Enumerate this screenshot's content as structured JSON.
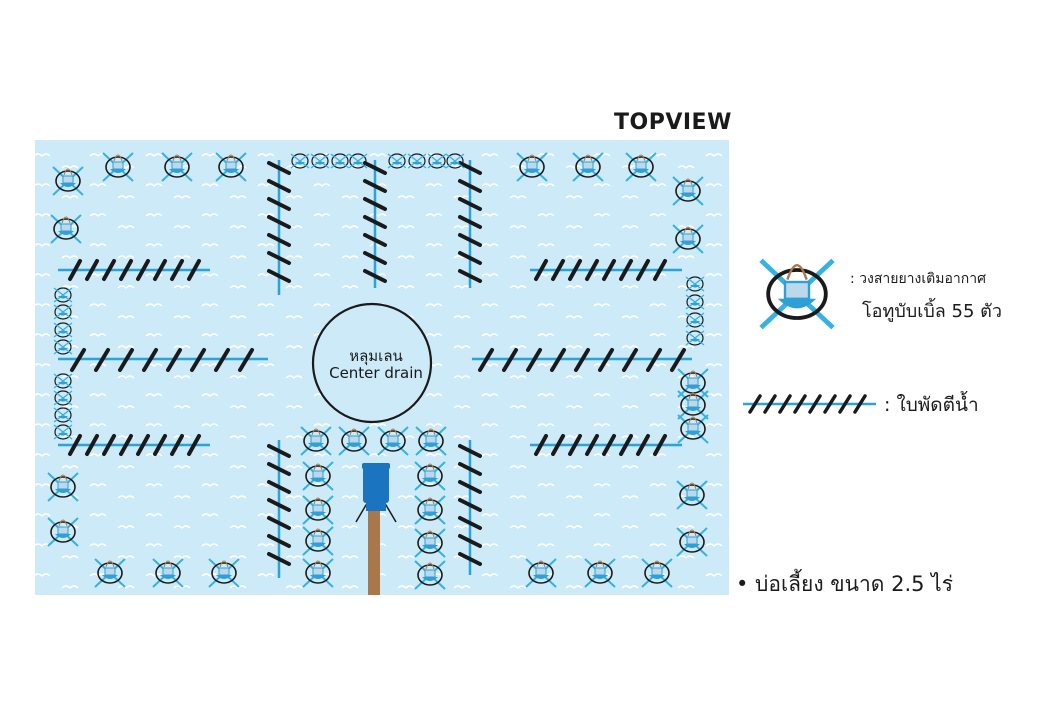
{
  "title": "TOPVIEW",
  "center_drain": {
    "thai": "หลุมเลน",
    "english": "Center drain"
  },
  "legend": {
    "aerator_line1": ": วงสายยางเติมอากาศ",
    "aerator_line2": "โอทูบับเบิ้ล 55 ตัว",
    "paddle": ": ใบพัดตีน้ำ"
  },
  "pond_size": "• บ่อเลี้ยง ขนาด 2.5 ไร่",
  "colors": {
    "water": "#cdeaf8",
    "wave": "#ffffff",
    "paddle_shaft": "#2aa3d8",
    "paddle_blade": "#1a1a1a",
    "aerator_ring": "#1a1a1a",
    "aerator_cross": "#35b2e2",
    "aerator_fill": "#2f9fd6",
    "drain_pipe": "#a8784a",
    "pump": "#1a74c0"
  },
  "icons": [
    "aerator-ring-icon",
    "paddle-wheel-icon",
    "center-drain-icon",
    "pump-icon"
  ]
}
